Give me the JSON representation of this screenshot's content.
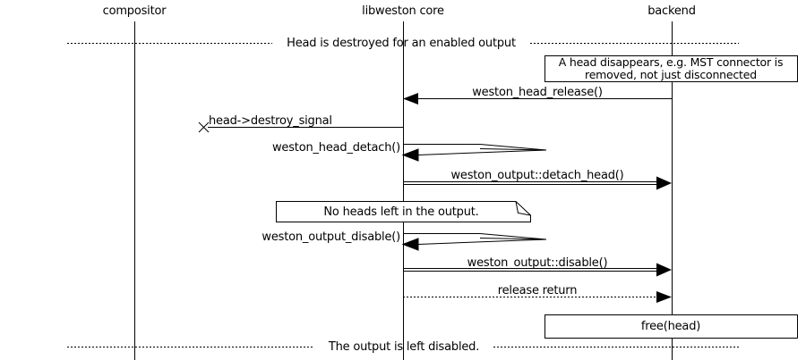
{
  "participants": [
    {
      "label": "compositor"
    },
    {
      "label": "libweston core"
    },
    {
      "label": "backend"
    }
  ],
  "dividers": [
    {
      "label": "Head is destroyed for an enabled output"
    },
    {
      "label": "The output is left disabled."
    }
  ],
  "notes": [
    {
      "shape": "box",
      "lines": [
        "A head disappears, e.g. MST connector is",
        "removed, not just disconnected"
      ]
    },
    {
      "shape": "note",
      "lines": [
        "No heads left in the output."
      ]
    },
    {
      "shape": "box",
      "lines": [
        "free(head)"
      ]
    }
  ],
  "messages": [
    {
      "label": "weston_head_release()",
      "from": "backend",
      "to": "libweston core",
      "style": "solid-call-left"
    },
    {
      "label": "head->destroy_signal",
      "from": "libweston core",
      "to": "lost",
      "style": "lost-message"
    },
    {
      "label": "weston_head_detach()",
      "from": "libweston core",
      "to": "libweston core",
      "style": "self-call"
    },
    {
      "label": "weston_output::detach_head()",
      "from": "libweston core",
      "to": "backend",
      "style": "method-call"
    },
    {
      "label": "weston_output_disable()",
      "from": "libweston core",
      "to": "libweston core",
      "style": "self-call"
    },
    {
      "label": "weston_output::disable()",
      "from": "libweston core",
      "to": "backend",
      "style": "method-call"
    },
    {
      "label": "release return",
      "from": "libweston core",
      "to": "backend",
      "style": "dotted-return"
    }
  ],
  "colors": {
    "background": "#ffffff",
    "stroke": "#000000",
    "text": "#000000"
  }
}
